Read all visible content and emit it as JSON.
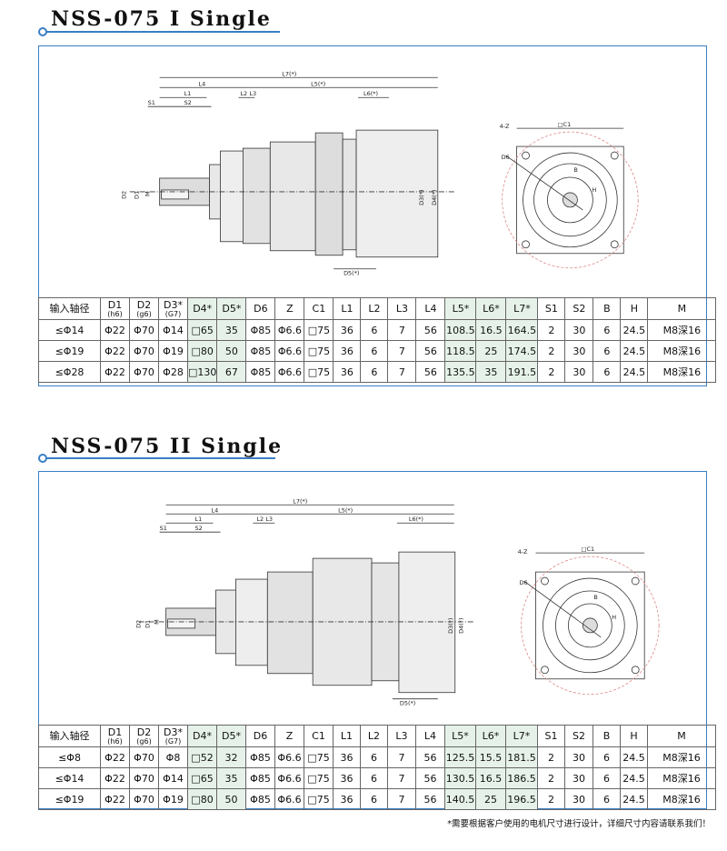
{
  "sections": [
    {
      "title": "NSS-075 I Single",
      "header": [
        {
          "main": "输入轴径",
          "sub": ""
        },
        {
          "main": "D1",
          "sub": "(h6)"
        },
        {
          "main": "D2",
          "sub": "(g6)"
        },
        {
          "main": "D3*",
          "sub": "(G7)"
        },
        {
          "main": "D4*",
          "sub": ""
        },
        {
          "main": "D5*",
          "sub": ""
        },
        {
          "main": "D6",
          "sub": ""
        },
        {
          "main": "Z",
          "sub": ""
        },
        {
          "main": "C1",
          "sub": ""
        },
        {
          "main": "L1",
          "sub": ""
        },
        {
          "main": "L2",
          "sub": ""
        },
        {
          "main": "L3",
          "sub": ""
        },
        {
          "main": "L4",
          "sub": ""
        },
        {
          "main": "L5*",
          "sub": ""
        },
        {
          "main": "L6*",
          "sub": ""
        },
        {
          "main": "L7*",
          "sub": ""
        },
        {
          "main": "S1",
          "sub": ""
        },
        {
          "main": "S2",
          "sub": ""
        },
        {
          "main": "B",
          "sub": ""
        },
        {
          "main": "H",
          "sub": ""
        },
        {
          "main": "M",
          "sub": ""
        }
      ],
      "rows": [
        [
          "≤Φ14",
          "Φ22",
          "Φ70",
          "Φ14",
          "□65",
          "35",
          "Φ85",
          "Φ6.6",
          "□75",
          "36",
          "6",
          "7",
          "56",
          "108.5",
          "16.5",
          "164.5",
          "2",
          "30",
          "6",
          "24.5",
          "M8深16"
        ],
        [
          "≤Φ19",
          "Φ22",
          "Φ70",
          "Φ19",
          "□80",
          "50",
          "Φ85",
          "Φ6.6",
          "□75",
          "36",
          "6",
          "7",
          "56",
          "118.5",
          "25",
          "174.5",
          "2",
          "30",
          "6",
          "24.5",
          "M8深16"
        ],
        [
          "≤Φ28",
          "Φ22",
          "Φ70",
          "Φ28",
          "□130",
          "67",
          "Φ85",
          "Φ6.6",
          "□75",
          "36",
          "6",
          "7",
          "56",
          "135.5",
          "35",
          "191.5",
          "2",
          "30",
          "6",
          "24.5",
          "M8深16"
        ]
      ]
    },
    {
      "title": "NSS-075 II Single",
      "header": [
        {
          "main": "输入轴径",
          "sub": ""
        },
        {
          "main": "D1",
          "sub": "(h6)"
        },
        {
          "main": "D2",
          "sub": "(g6)"
        },
        {
          "main": "D3*",
          "sub": "(G7)"
        },
        {
          "main": "D4*",
          "sub": ""
        },
        {
          "main": "D5*",
          "sub": ""
        },
        {
          "main": "D6",
          "sub": ""
        },
        {
          "main": "Z",
          "sub": ""
        },
        {
          "main": "C1",
          "sub": ""
        },
        {
          "main": "L1",
          "sub": ""
        },
        {
          "main": "L2",
          "sub": ""
        },
        {
          "main": "L3",
          "sub": ""
        },
        {
          "main": "L4",
          "sub": ""
        },
        {
          "main": "L5*",
          "sub": ""
        },
        {
          "main": "L6*",
          "sub": ""
        },
        {
          "main": "L7*",
          "sub": ""
        },
        {
          "main": "S1",
          "sub": ""
        },
        {
          "main": "S2",
          "sub": ""
        },
        {
          "main": "B",
          "sub": ""
        },
        {
          "main": "H",
          "sub": ""
        },
        {
          "main": "M",
          "sub": ""
        }
      ],
      "rows": [
        [
          "≤Φ8",
          "Φ22",
          "Φ70",
          "Φ8",
          "□52",
          "32",
          "Φ85",
          "Φ6.6",
          "□75",
          "36",
          "6",
          "7",
          "56",
          "125.5",
          "15.5",
          "181.5",
          "2",
          "30",
          "6",
          "24.5",
          "M8深16"
        ],
        [
          "≤Φ14",
          "Φ22",
          "Φ70",
          "Φ14",
          "□65",
          "35",
          "Φ85",
          "Φ6.6",
          "□75",
          "36",
          "6",
          "7",
          "56",
          "130.5",
          "16.5",
          "186.5",
          "2",
          "30",
          "6",
          "24.5",
          "M8深16"
        ],
        [
          "≤Φ19",
          "Φ22",
          "Φ70",
          "Φ19",
          "□80",
          "50",
          "Φ85",
          "Φ6.6",
          "□75",
          "36",
          "6",
          "7",
          "56",
          "140.5",
          "25",
          "196.5",
          "2",
          "30",
          "6",
          "24.5",
          "M8深16"
        ]
      ]
    }
  ],
  "drawing_labels": {
    "L7": "L7(*)",
    "L4": "L4",
    "L5": "L5(*)",
    "L1": "L1",
    "L2": "L2",
    "L3": "L3",
    "L6": "L6(*)",
    "S1": "S1",
    "S2": "S2",
    "D1": "D1",
    "D2": "D2",
    "M": "M",
    "D3": "D3(*)",
    "D4": "D4(*)",
    "D5": "D5(*)",
    "C1": "□C1",
    "Z": "4-Z",
    "D6": "D6",
    "B": "B",
    "H": "H"
  },
  "highlight_columns": [
    4,
    5,
    13,
    14,
    15
  ],
  "note": "*需要根据客户使用的电机尺寸进行设计，详细尺寸内容请联系我们！"
}
